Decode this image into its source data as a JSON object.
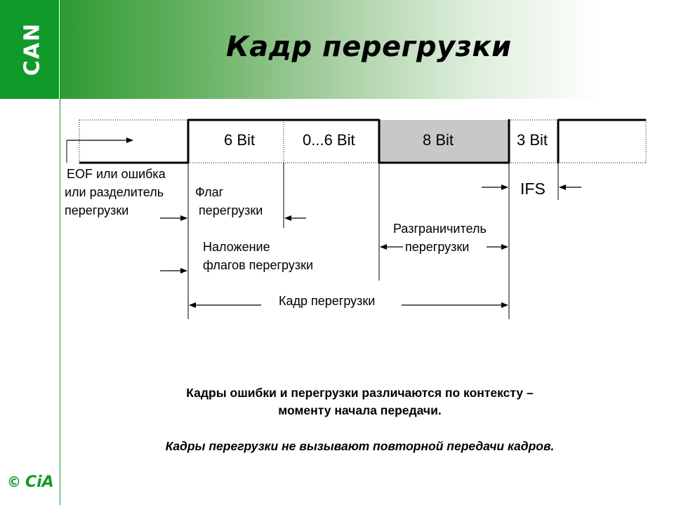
{
  "slide": {
    "title": "Кадр перегрузки",
    "logo": "CAN",
    "copyright_symbol": "©",
    "copyright_brand": "CiA",
    "brand_color": "#0f9a2a"
  },
  "diagram": {
    "segments": {
      "flag": "6 Bit",
      "superposition": "0...6 Bit",
      "delimiter": "8 Bit",
      "ifs": "3 Bit"
    },
    "labels": {
      "eof_line1": "EOF или ошибка",
      "eof_line2": "или разделитель",
      "eof_line3": "перегрузки",
      "flag_line1": "Флаг",
      "flag_line2": "перегрузки",
      "ifs": "IFS",
      "delimiter_line1": "Разграничитель",
      "delimiter_line2": "перегрузки",
      "superposition_line1": "Наложение",
      "superposition_line2": "флагов перегрузки",
      "frame": "Кадр перегрузки"
    },
    "delimiter_fill": "#c8c8c8"
  },
  "notes": {
    "line1": "Кадры ошибки и перегрузки различаются по контексту –",
    "line2": "моменту начала передачи.",
    "line3": "Кадры перегрузки не вызывают повторной передачи кадров."
  }
}
